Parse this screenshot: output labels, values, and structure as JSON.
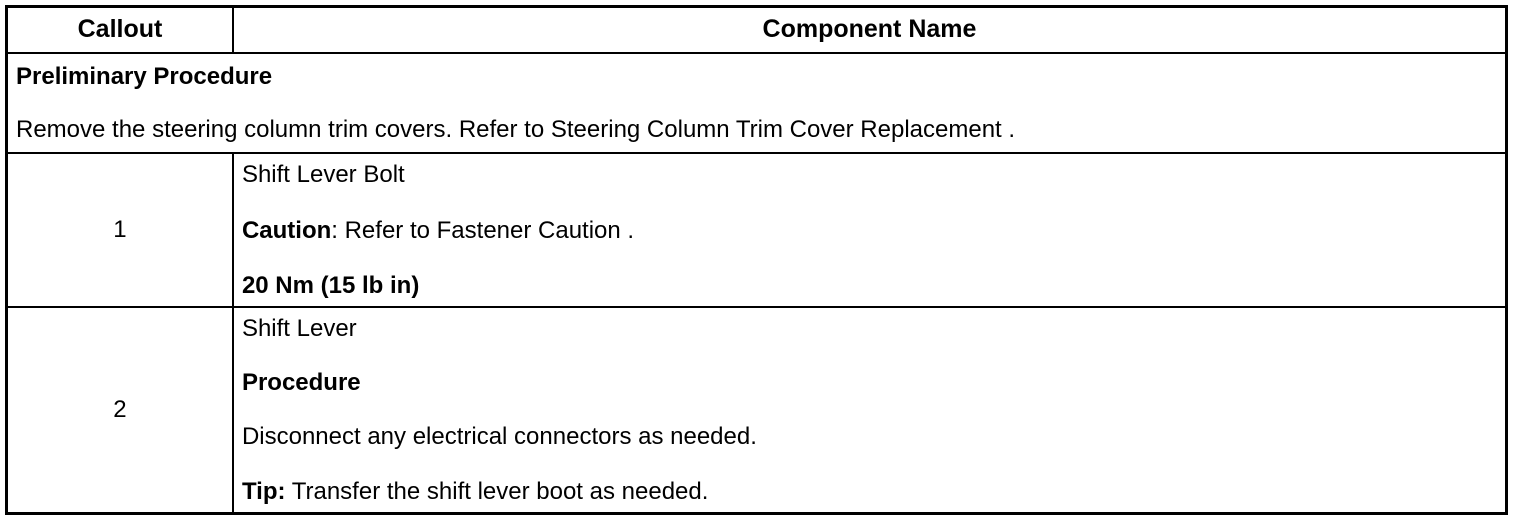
{
  "table": {
    "headers": {
      "callout": "Callout",
      "component_name": "Component Name"
    },
    "preliminary": {
      "title": "Preliminary Procedure",
      "text": "Remove the steering column trim covers. Refer to Steering Column Trim Cover Replacement ."
    },
    "rows": [
      {
        "callout": "1",
        "lines": [
          {
            "text": "Shift Lever Bolt"
          },
          {
            "bold_lead": "Caution",
            "text": ": Refer to Fastener Caution ."
          },
          {
            "bold_all": "20 Nm (15 lb in)"
          }
        ]
      },
      {
        "callout": "2",
        "lines": [
          {
            "text": "Shift Lever"
          },
          {
            "bold_all": "Procedure"
          },
          {
            "text": "Disconnect any electrical connectors as needed."
          },
          {
            "bold_lead": "Tip:",
            "text": " Transfer the shift lever boot as needed."
          }
        ]
      }
    ]
  },
  "colors": {
    "border": "#000000",
    "text": "#000000",
    "background": "#ffffff"
  }
}
